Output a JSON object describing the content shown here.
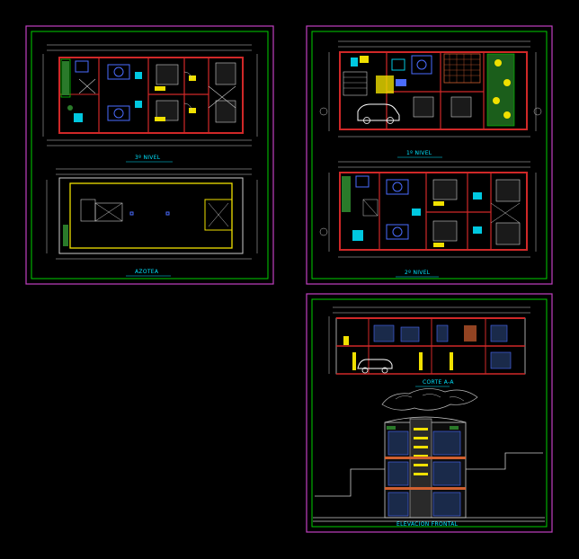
{
  "sheets": [
    {
      "id": "sheet-top-left",
      "views": [
        {
          "label": "3º NIVEL"
        },
        {
          "label": "AZOTEA"
        }
      ]
    },
    {
      "id": "sheet-top-right",
      "views": [
        {
          "label": "1º NIVEL"
        },
        {
          "label": "2º NIVEL"
        }
      ]
    },
    {
      "id": "sheet-bottom-right",
      "views": [
        {
          "label": "CORTE A-A"
        },
        {
          "label": "ELEVACION FRONTAL"
        }
      ]
    }
  ],
  "colors": {
    "background": "#000000",
    "sheet_border": "#c040c0",
    "inner_border": "#00d000",
    "wall": "#d02828",
    "dimension": "#e0e0e0",
    "label": "#00e5ff",
    "accent_yellow": "#f0e000",
    "furniture_blue": "#4a6cff",
    "furniture_cyan": "#00c8e0"
  },
  "icons": [
    "car-icon",
    "tree-icon",
    "stair-icon"
  ]
}
